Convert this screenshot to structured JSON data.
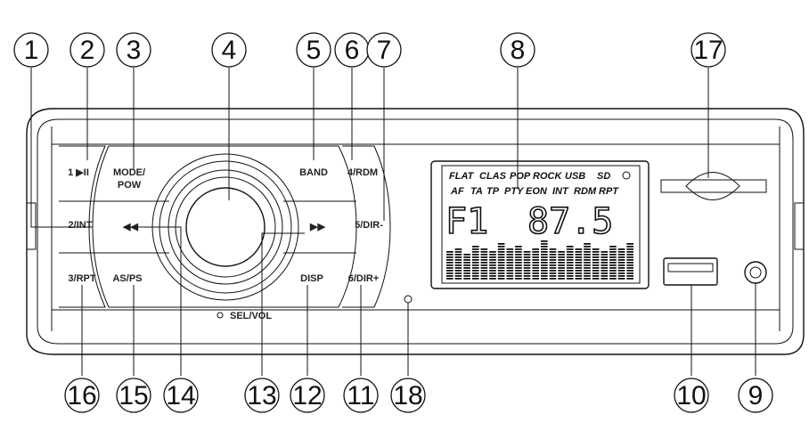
{
  "callouts": [
    "1",
    "2",
    "3",
    "4",
    "5",
    "6",
    "7",
    "8",
    "9",
    "10",
    "11",
    "12",
    "13",
    "14",
    "15",
    "16",
    "17",
    "18"
  ],
  "buttons": {
    "play_pause": "1 ▶II",
    "intro": "2/INT",
    "repeat": "3/RPT",
    "mode_power": [
      "MODE/",
      "POW"
    ],
    "as_ps": "AS/PS",
    "band": "BAND",
    "disp": "DISP",
    "rdm": "4/RDM",
    "dir_minus": "5/DIR-",
    "dir_plus": "6/DIR+",
    "prev": "◀◀",
    "next": "▶▶",
    "sel_vol": "SEL/VOL"
  },
  "lcd": {
    "row1": [
      "FLAT",
      "CLAS",
      "POP",
      "ROCK",
      "USB",
      "SD"
    ],
    "row2": [
      "AF",
      "TA",
      "TP",
      "PTY",
      "EON",
      "INT",
      "RDM",
      "RPT"
    ],
    "band_readout": "F1",
    "frequency_readout": "87.5",
    "eq_levels": [
      0.55,
      0.6,
      0.5,
      0.65,
      0.6,
      0.55,
      0.7,
      0.6,
      0.65,
      0.55,
      0.6,
      0.75,
      0.6,
      0.55,
      0.65,
      0.6,
      0.7,
      0.6,
      0.55,
      0.65,
      0.6,
      0.7
    ]
  }
}
